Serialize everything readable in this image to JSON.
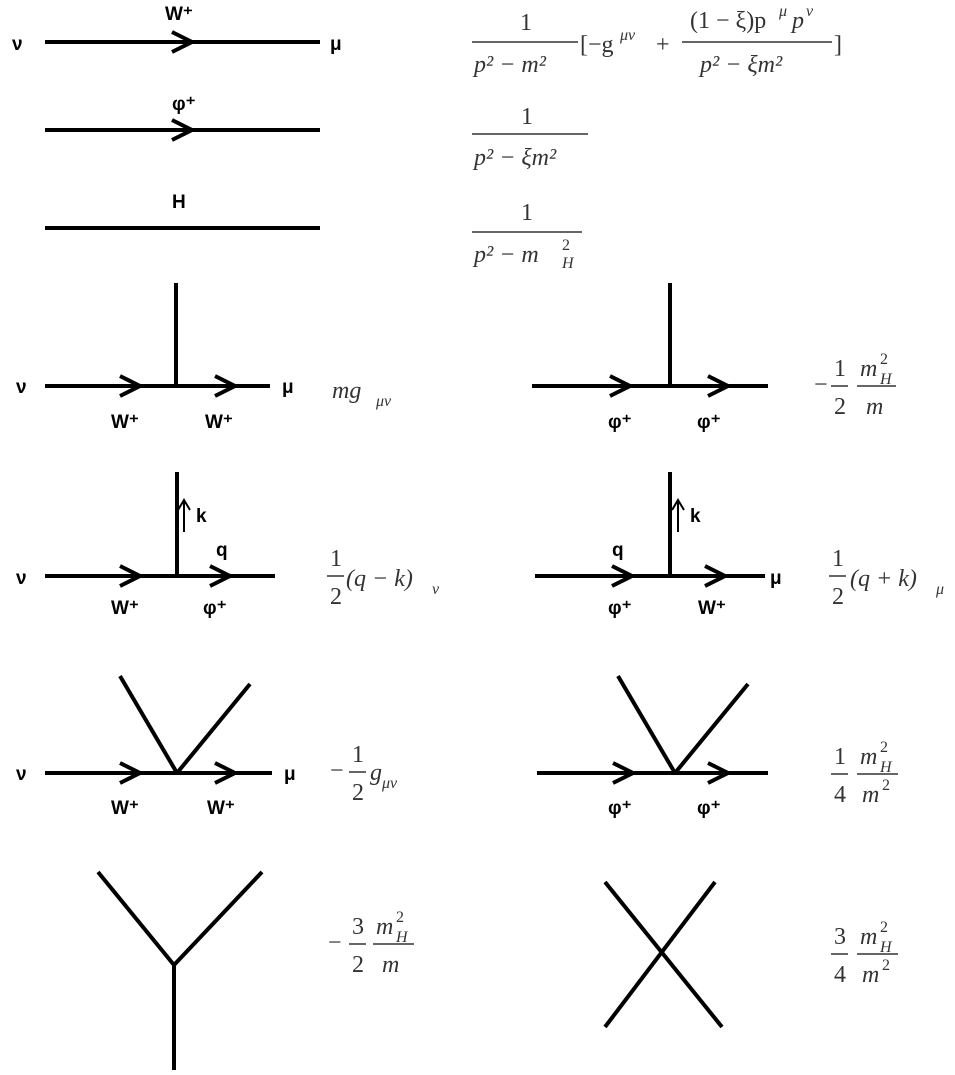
{
  "labels": {
    "nu": "ν",
    "mu": "μ",
    "W": "W⁺",
    "phi": "φ⁺",
    "H": "H",
    "k": "k",
    "q": "q"
  },
  "formulas": {
    "w_prop_front": "1",
    "w_prop_den": "p² − m²",
    "w_prop_bracket_open": "[−g",
    "w_prop_bracket_open_sup": "μν",
    "w_prop_plus": "+",
    "w_prop_num2": "(1 − ξ)p",
    "w_prop_num2_sup1": "μ",
    "w_prop_num2_mid": "p",
    "w_prop_num2_sup2": "ν",
    "w_prop_den2": "p² − ξm²",
    "w_prop_close": "]",
    "phi_prop_num": "1",
    "phi_prop_den": "p² − ξm²",
    "h_prop_num": "1",
    "h_prop_den": "p² − m",
    "h_prop_den_sub": "H",
    "h_prop_den_sup": "2",
    "wwh": "mg",
    "wwh_sub": "μν",
    "pph_sign": "−",
    "pph_frac_num": "1",
    "pph_frac_den": "2",
    "pph_m_num": "m",
    "pph_m_sup": "2",
    "pph_m_sub": "H",
    "pph_m_den": "m",
    "wph_frac_num": "1",
    "wph_frac_den": "2",
    "wph_expr": "(q − k)",
    "wph_sub": "ν",
    "pwh_frac_num": "1",
    "pwh_frac_den": "2",
    "pwh_expr": "(q + k)",
    "pwh_sub": "μ",
    "wwhh_sign": "−",
    "wwhh_frac_num": "1",
    "wwhh_frac_den": "2",
    "wwhh_g": "g",
    "wwhh_sub": "μν",
    "pphh_frac_num": "1",
    "pphh_frac_den": "4",
    "pphh_m_num": "m",
    "pphh_m_sup": "2",
    "pphh_m_sub": "H",
    "pphh_m_den": "m",
    "pphh_m_den_sup": "2",
    "hhh_sign": "−",
    "hhh_frac_num": "3",
    "hhh_frac_den": "2",
    "hhh_m_num": "m",
    "hhh_m_sup": "2",
    "hhh_m_sub": "H",
    "hhh_m_den": "m",
    "hhhh_frac_num": "3",
    "hhhh_frac_den": "4",
    "hhhh_m_num": "m",
    "hhhh_m_sup": "2",
    "hhhh_m_sub": "H",
    "hhhh_m_den": "m",
    "hhhh_m_den_sup": "2"
  }
}
